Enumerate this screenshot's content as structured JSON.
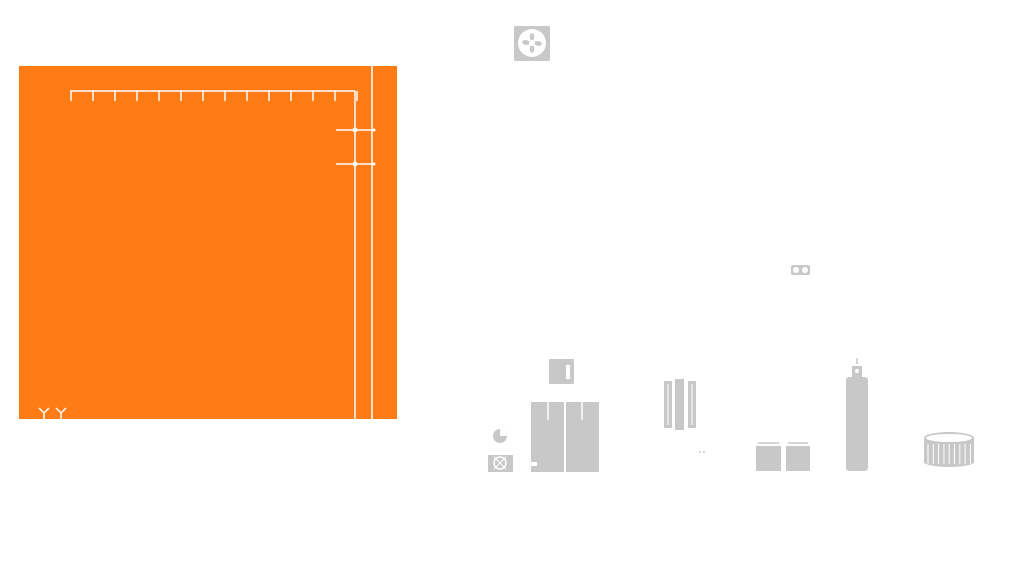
{
  "diagram": {
    "colors": {
      "background": "#ffffff",
      "board": "#ff7b16",
      "board_line": "#ffffff",
      "component": "#c8c8c8",
      "component_detail": "#ffffff"
    },
    "board": {
      "type": "fan-fitted panel with rail and clip markers"
    },
    "components": [
      {
        "name": "fan-icon",
        "kind": "icon"
      },
      {
        "name": "twin-connector",
        "kind": "part"
      },
      {
        "name": "small-square-block",
        "kind": "part"
      },
      {
        "name": "split-cabinet",
        "kind": "part"
      },
      {
        "name": "round-dial",
        "kind": "part"
      },
      {
        "name": "grille-fan-small",
        "kind": "part"
      },
      {
        "name": "slotted-rail-pair",
        "kind": "part"
      },
      {
        "name": "twin-boxes",
        "kind": "part"
      },
      {
        "name": "tall-cylinder",
        "kind": "part"
      },
      {
        "name": "drum-wheel",
        "kind": "part"
      }
    ]
  }
}
